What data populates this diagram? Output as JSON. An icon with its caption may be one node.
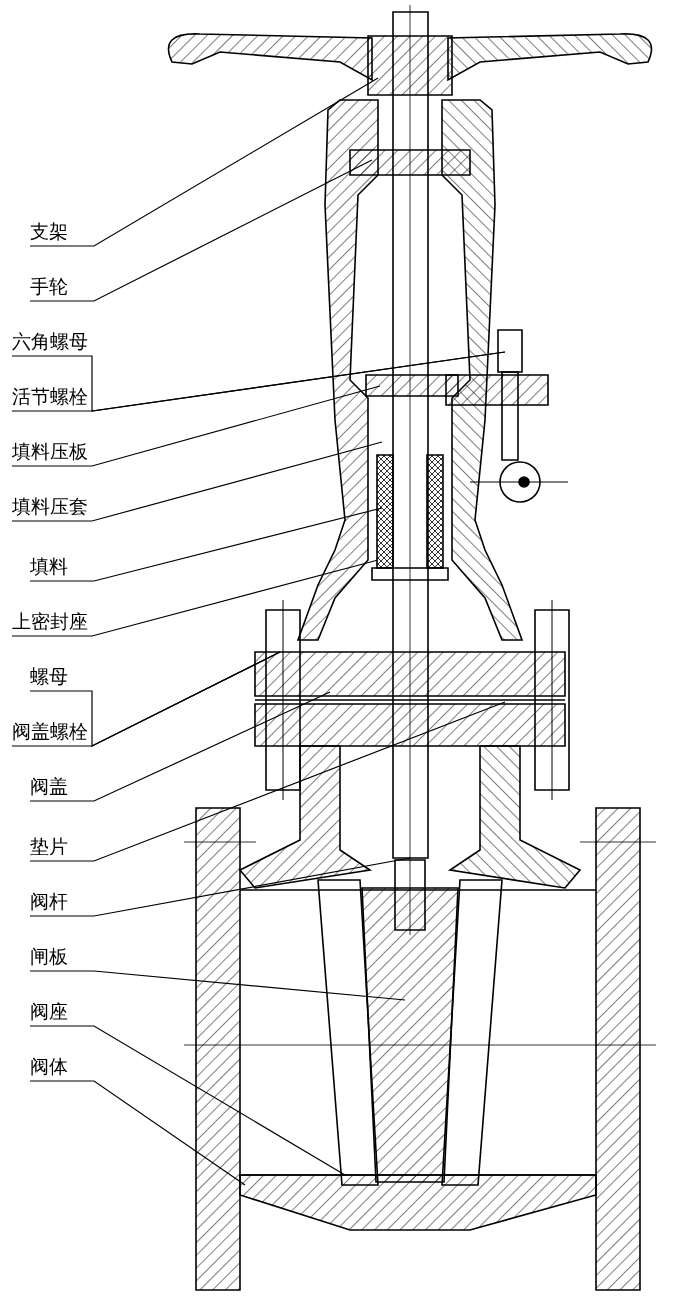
{
  "diagram": {
    "nodes": [
      {
        "text": [
          "支架"
        ]
      },
      {
        "text": [
          "手轮"
        ]
      },
      {
        "text": [
          "六角螺母"
        ]
      },
      {
        "text": [
          "活节螺栓"
        ]
      },
      {
        "text": [
          "填料压板"
        ]
      },
      {
        "text": [
          "填料压套"
        ]
      },
      {
        "text": [
          "填料"
        ]
      },
      {
        "text": [
          "上密封座"
        ]
      },
      {
        "text": [
          "螺母"
        ]
      },
      {
        "text": [
          "阀盖螺栓"
        ]
      },
      {
        "text": [
          "阀盖"
        ]
      },
      {
        "text": [
          "垫片"
        ]
      },
      {
        "text": [
          "阀杆"
        ]
      },
      {
        "text": [
          "闸板"
        ]
      },
      {
        "text": [
          "阀座"
        ]
      },
      {
        "text": [
          "阀体"
        ]
      }
    ],
    "edges": [
      {
        "from": 0,
        "to": null,
        "arrow": "none"
      },
      {
        "from": 1,
        "to": null,
        "arrow": "none"
      },
      {
        "from": 2,
        "to": null,
        "arrow": "none"
      },
      {
        "from": 3,
        "to": null,
        "arrow": "none"
      },
      {
        "from": 4,
        "to": null,
        "arrow": "none"
      },
      {
        "from": 5,
        "to": null,
        "arrow": "none"
      },
      {
        "from": 6,
        "to": null,
        "arrow": "none"
      },
      {
        "from": 7,
        "to": null,
        "arrow": "none"
      },
      {
        "from": 8,
        "to": null,
        "arrow": "none"
      },
      {
        "from": 9,
        "to": null,
        "arrow": "none"
      },
      {
        "from": 10,
        "to": null,
        "arrow": "none"
      },
      {
        "from": 11,
        "to": null,
        "arrow": "none"
      },
      {
        "from": 12,
        "to": null,
        "arrow": "none"
      },
      {
        "from": 13,
        "to": null,
        "arrow": "none"
      },
      {
        "from": 14,
        "to": null,
        "arrow": "none"
      },
      {
        "from": 15,
        "to": null,
        "arrow": "none"
      }
    ]
  }
}
